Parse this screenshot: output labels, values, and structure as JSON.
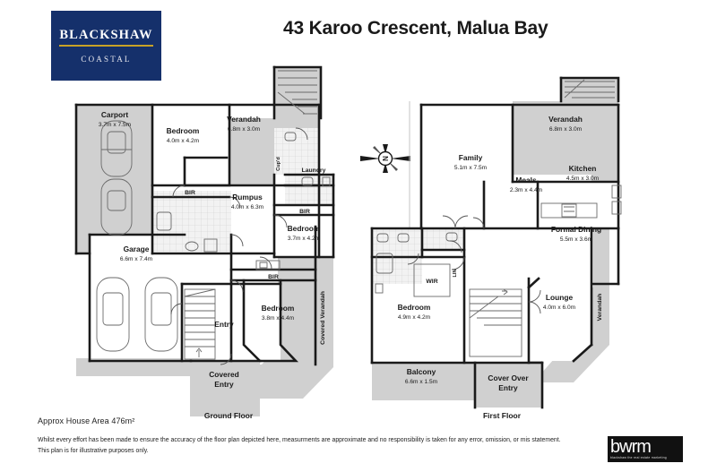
{
  "brand": {
    "name": "BLACKSHAW",
    "sub": "COASTAL",
    "box_color": "#15306b",
    "rule_color": "#c8a227"
  },
  "title": "43 Karoo Crescent, Malua Bay",
  "compass": {
    "label": "N"
  },
  "floors": [
    {
      "caption": "Ground Floor",
      "rooms": [
        {
          "name": "Carport",
          "dim": "3.7m x 7.5m"
        },
        {
          "name": "Bedroom",
          "dim": "4.0m x 4.2m"
        },
        {
          "name": "Verandah",
          "dim": "6.8m x 3.0m"
        },
        {
          "name": "Laundry",
          "dim": ""
        },
        {
          "name": "Cup'd",
          "dim": ""
        },
        {
          "name": "BIR",
          "dim": ""
        },
        {
          "name": "Rumpus",
          "dim": "4.0m x 6.3m"
        },
        {
          "name": "Bedroom",
          "dim": "3.7m x 4.2m"
        },
        {
          "name": "Garage",
          "dim": "6.6m x 7.4m"
        },
        {
          "name": "Entry",
          "dim": ""
        },
        {
          "name": "Bedroom",
          "dim": "3.8m x 4.4m"
        },
        {
          "name": "Covered Verandah",
          "dim": ""
        },
        {
          "name": "Covered Entry",
          "dim": ""
        }
      ]
    },
    {
      "caption": "First Floor",
      "rooms": [
        {
          "name": "Verandah",
          "dim": "6.8m x 3.0m"
        },
        {
          "name": "Family",
          "dim": "5.1m x 7.5m"
        },
        {
          "name": "Meals",
          "dim": "2.3m x 4.4m"
        },
        {
          "name": "Kitchen",
          "dim": "4.5m x 3.0m"
        },
        {
          "name": "Formal Dining",
          "dim": "5.5m x 3.6m"
        },
        {
          "name": "WIR",
          "dim": ""
        },
        {
          "name": "LIN",
          "dim": ""
        },
        {
          "name": "Bedroom",
          "dim": "4.9m x 4.2m"
        },
        {
          "name": "Lounge",
          "dim": "4.0m x 6.0m"
        },
        {
          "name": "Verandah",
          "dim": ""
        },
        {
          "name": "Balcony",
          "dim": "6.6m x 1.5m"
        },
        {
          "name": "Cover Over Entry",
          "dim": ""
        }
      ]
    }
  ],
  "labels": {
    "ground": {
      "carport_name": "Carport",
      "carport_dim": "3.7m x 7.5m",
      "bed1_name": "Bedroom",
      "bed1_dim": "4.0m x 4.2m",
      "verandah_name": "Verandah",
      "verandah_dim": "6.8m x 3.0m",
      "laundry_name": "Laundry",
      "cupd_name": "Cup'd",
      "bir1": "BIR",
      "bir2": "BIR",
      "bir3": "BIR",
      "rumpus_name": "Rumpus",
      "rumpus_dim": "4.0m x 6.3m",
      "bed2_name": "Bedroom",
      "bed2_dim": "3.7m x 4.2m",
      "garage_name": "Garage",
      "garage_dim": "6.6m x 7.4m",
      "entry_name": "Entry",
      "bed3_name": "Bedroom",
      "bed3_dim": "3.8m x 4.4m",
      "covered_verandah": "Covered Verandah",
      "covered_entry_l1": "Covered",
      "covered_entry_l2": "Entry"
    },
    "first": {
      "verandah_name": "Verandah",
      "verandah_dim": "6.8m x 3.0m",
      "family_name": "Family",
      "family_dim": "5.1m x 7.5m",
      "meals_name": "Meals",
      "meals_dim": "2.3m x 4.4m",
      "kitchen_name": "Kitchen",
      "kitchen_dim": "4.5m x 3.0m",
      "dining_name": "Formal Dining",
      "dining_dim": "5.5m x 3.6m",
      "wir": "WIR",
      "lin": "LIN",
      "bed_name": "Bedroom",
      "bed_dim": "4.9m x 4.2m",
      "lounge_name": "Lounge",
      "lounge_dim": "4.0m x 6.0m",
      "verandah_side": "Verandah",
      "balcony_name": "Balcony",
      "balcony_dim": "6.6m x 1.5m",
      "cover_entry_l1": "Cover Over",
      "cover_entry_l2": "Entry"
    }
  },
  "footer": {
    "area": "Approx House Area 476m²",
    "disclaimer_line1": "Whilst every effort has been made to ensure the accuracy of the floor plan depicted here, measurments are approximate and no responsibility is taken for any error, omission, or mis statement.",
    "disclaimer_line2": "This plan is for illustrative purposes only.",
    "credit_word": "bwrm",
    "credit_sub": "blackshaw the real estate marketing"
  },
  "colors": {
    "wall": "#1a1a1a",
    "fill_outdoor": "#d0d0d0",
    "fill_indoor": "#ffffff",
    "thin_line": "#555555",
    "tile": "#e9e9e9"
  }
}
